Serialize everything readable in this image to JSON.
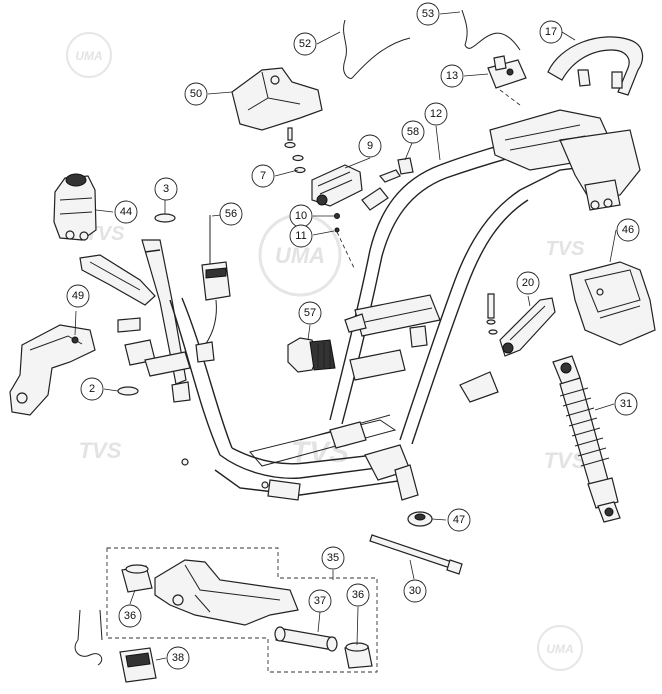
{
  "watermarks": [
    "UMA",
    "TVS"
  ],
  "callouts": [
    {
      "id": "c52",
      "label": "52"
    },
    {
      "id": "c53",
      "label": "53"
    },
    {
      "id": "c17",
      "label": "17"
    },
    {
      "id": "c13",
      "label": "13"
    },
    {
      "id": "c50",
      "label": "50"
    },
    {
      "id": "c12",
      "label": "12"
    },
    {
      "id": "c58",
      "label": "58"
    },
    {
      "id": "c9",
      "label": "9"
    },
    {
      "id": "c7",
      "label": "7"
    },
    {
      "id": "c3",
      "label": "3"
    },
    {
      "id": "c44",
      "label": "44"
    },
    {
      "id": "c56",
      "label": "56"
    },
    {
      "id": "c10",
      "label": "10"
    },
    {
      "id": "c11",
      "label": "11"
    },
    {
      "id": "c46",
      "label": "46"
    },
    {
      "id": "c49",
      "label": "49"
    },
    {
      "id": "c20",
      "label": "20"
    },
    {
      "id": "c57",
      "label": "57"
    },
    {
      "id": "c2",
      "label": "2"
    },
    {
      "id": "c31",
      "label": "31"
    },
    {
      "id": "c47",
      "label": "47"
    },
    {
      "id": "c35",
      "label": "35"
    },
    {
      "id": "c30",
      "label": "30"
    },
    {
      "id": "c36a",
      "label": "36"
    },
    {
      "id": "c37",
      "label": "37"
    },
    {
      "id": "c36b",
      "label": "36"
    },
    {
      "id": "c38",
      "label": "38"
    }
  ]
}
